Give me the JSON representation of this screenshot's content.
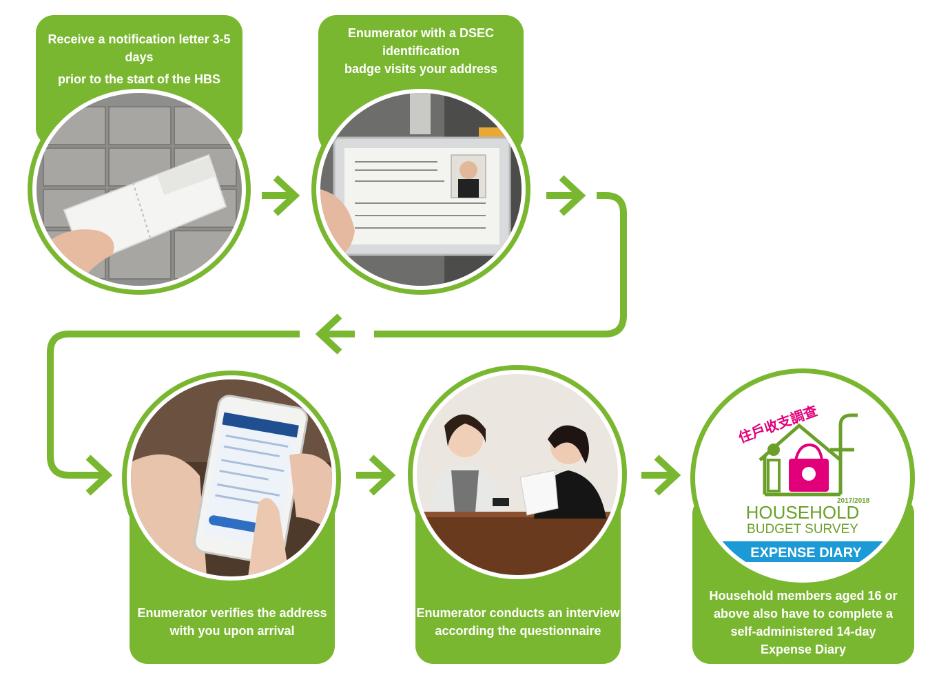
{
  "steps": [
    {
      "id": "notification",
      "text_lines": [
        "Receive a notification letter 3-5 days",
        "prior to the start of the HBS"
      ],
      "photo": "notification-letter-photo"
    },
    {
      "id": "badge",
      "text_lines": [
        "Enumerator with a DSEC",
        "identification",
        "badge visits your address"
      ],
      "photo": "id-badge-photo"
    },
    {
      "id": "verify",
      "text_lines": [
        "Enumerator verifies the address",
        "with you upon arrival"
      ],
      "photo": "smartphone-photo"
    },
    {
      "id": "interview",
      "text_lines": [
        "Enumerator conducts an interview",
        "according the questionnaire"
      ],
      "photo": "interview-photo"
    },
    {
      "id": "diary",
      "text_lines": [
        "Household members aged 16 or",
        "above also have to complete a",
        "self-administered 14-day",
        "Expense Diary"
      ],
      "photo": "survey-logo"
    }
  ],
  "logo": {
    "chinese_title": "住戶收支調查",
    "year": "2017/2018",
    "title_line1": "HOUSEHOLD",
    "title_line2": "BUDGET SURVEY",
    "banner": "EXPENSE DIARY"
  },
  "colors": {
    "green": "#7ab730",
    "magenta": "#e2007a",
    "logo_green": "#6aa02a",
    "banner_blue": "#1c9ad6"
  }
}
